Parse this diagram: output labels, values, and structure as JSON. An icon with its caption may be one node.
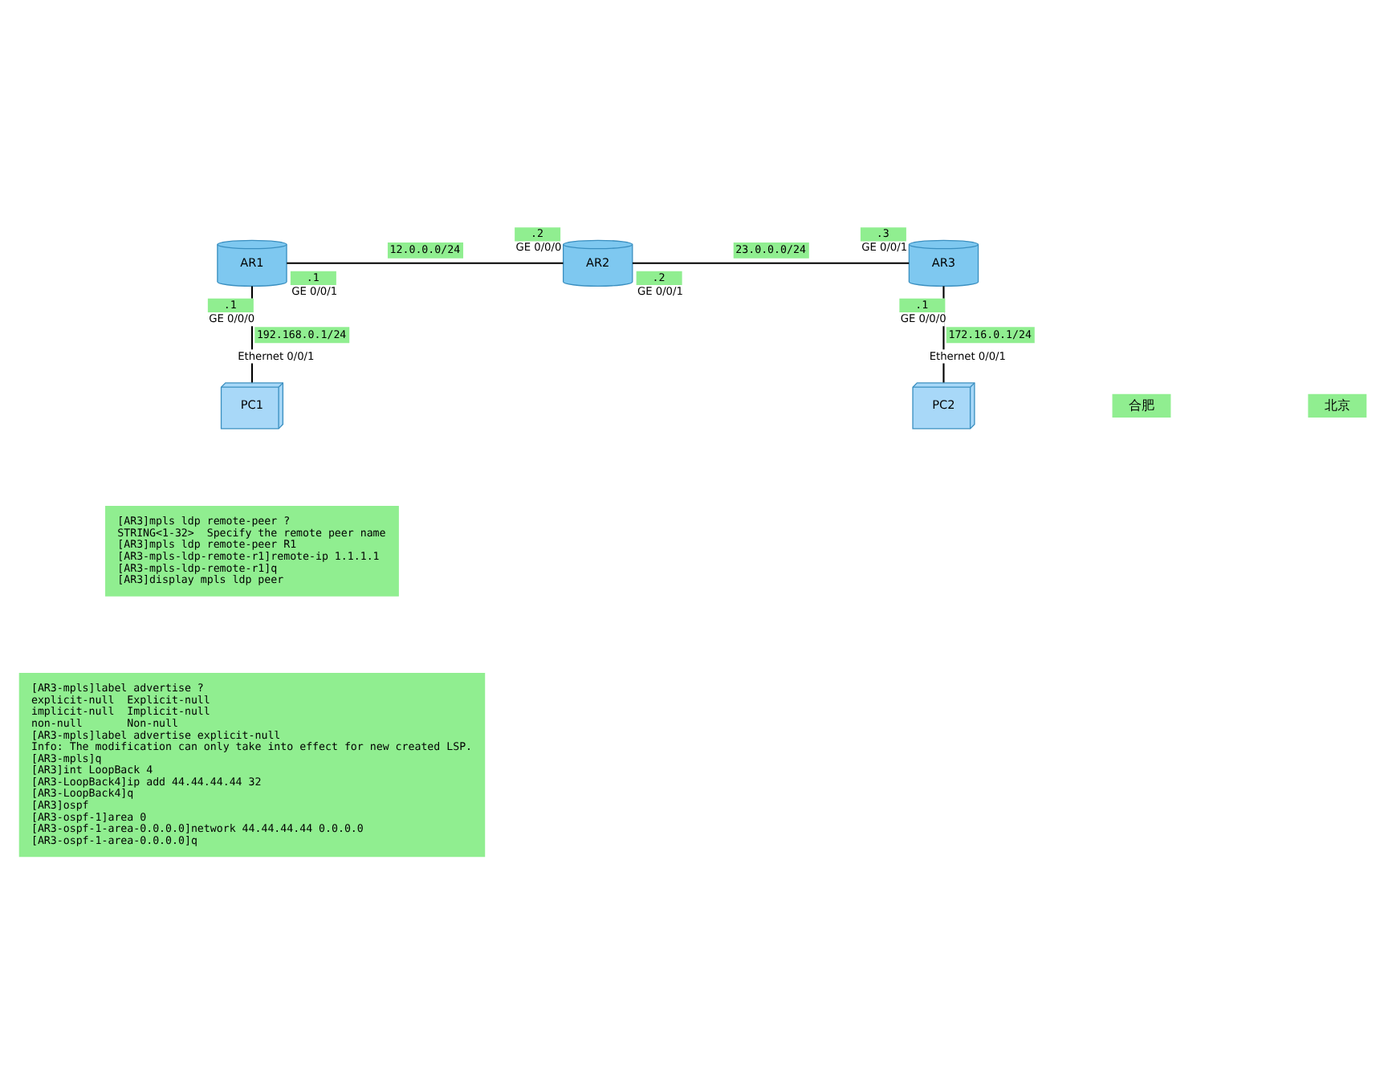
{
  "diagram": {
    "nodes": [
      {
        "text": [
          "PC1"
        ]
      },
      {
        "text": [
          "AR1"
        ]
      },
      {
        "text": [
          "AR2"
        ]
      },
      {
        "text": [
          "AR3"
        ]
      },
      {
        "text": [
          "PC2"
        ]
      },
      {
        "text": [
          "[AR3]mpls ldp remote-peer ?",
          "STRING<1-32>  Specify the remote peer name",
          "[AR3]mpls ldp remote-peer R1",
          "[AR3-mpls-ldp-remote-r1]remote-ip 1.1.1.1",
          "[AR3-mpls-ldp-remote-r1]q",
          "[AR3]display mpls ldp peer"
        ]
      },
      {
        "text": [
          "[AR3-mpls]label advertise ?",
          "explicit-null  Explicit-null",
          "implicit-null  Implicit-null",
          "non-null       Non-null",
          "[AR3-mpls]label advertise explicit-null",
          "Info: The modification can only take into effect for new created LSP.",
          "[AR3-mpls]q",
          "[AR3]int LoopBack 4",
          "[AR3-LoopBack4]ip add 44.44.44.44 32",
          "[AR3-LoopBack4]q",
          "[AR3]ospf",
          "[AR3-ospf-1]area 0",
          "[AR3-ospf-1-area-0.0.0.0]network 44.44.44.44 0.0.0.0",
          "[AR3-ospf-1-area-0.0.0.0]q"
        ]
      }
    ],
    "edges": [
      {
        "from": 1,
        "to": 0,
        "arrow": "none",
        "label": "192.168.0.1/24"
      },
      {
        "from": 1,
        "to": 2,
        "arrow": "none",
        "label": "12.0.0.0/24"
      },
      {
        "from": 2,
        "to": 3,
        "arrow": "none",
        "label": "23.0.0.0/24"
      },
      {
        "from": 3,
        "to": 4,
        "arrow": "none",
        "label": "172.16.0.1/24"
      }
    ],
    "labels": [
      ".1",
      "GE 0/0/1",
      ".2",
      "GE 0/0/0",
      ".2",
      "GE 0/0/1",
      ".3",
      "GE 0/0/1",
      ".1",
      "GE 0/0/0",
      ".1",
      "GE 0/0/0",
      "Ethernet 0/0/1",
      "Ethernet 0/0/1",
      "合肥",
      "北京"
    ]
  }
}
